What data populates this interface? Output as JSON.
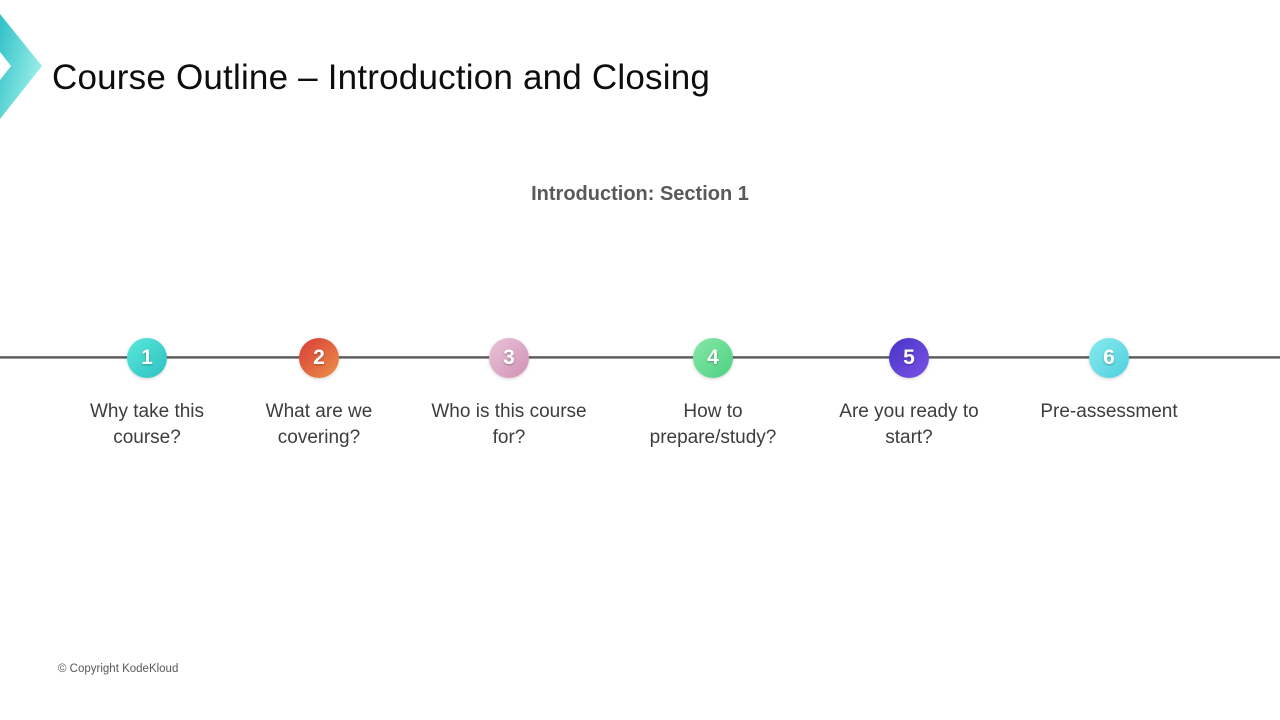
{
  "slide": {
    "title": "Course Outline – Introduction and Closing",
    "subtitle": "Introduction: Section 1",
    "footer": "© Copyright KodeKloud",
    "logo_icon": "kodekloud-chevron-icon",
    "logo_colors": [
      "#2fbfc7",
      "#9df1e9"
    ]
  },
  "timeline": {
    "items": [
      {
        "number": "1",
        "label": "Why take this\ncourse?",
        "color_start": "#59e8da",
        "color_end": "#2cc0c0"
      },
      {
        "number": "2",
        "label": "What are we\ncovering?",
        "color_start": "#d93a39",
        "color_end": "#ec9247"
      },
      {
        "number": "3",
        "label": "Who is this course\nfor?",
        "color_start": "#e9c4d9",
        "color_end": "#d190b6"
      },
      {
        "number": "4",
        "label": "How to\nprepare/study?",
        "color_start": "#87e8a7",
        "color_end": "#4cd181"
      },
      {
        "number": "5",
        "label": "Are you ready to\nstart?",
        "color_start": "#4534c6",
        "color_end": "#7c52e6"
      },
      {
        "number": "6",
        "label": "Pre-assessment",
        "color_start": "#8aeaef",
        "color_end": "#4cd0dd"
      }
    ]
  }
}
